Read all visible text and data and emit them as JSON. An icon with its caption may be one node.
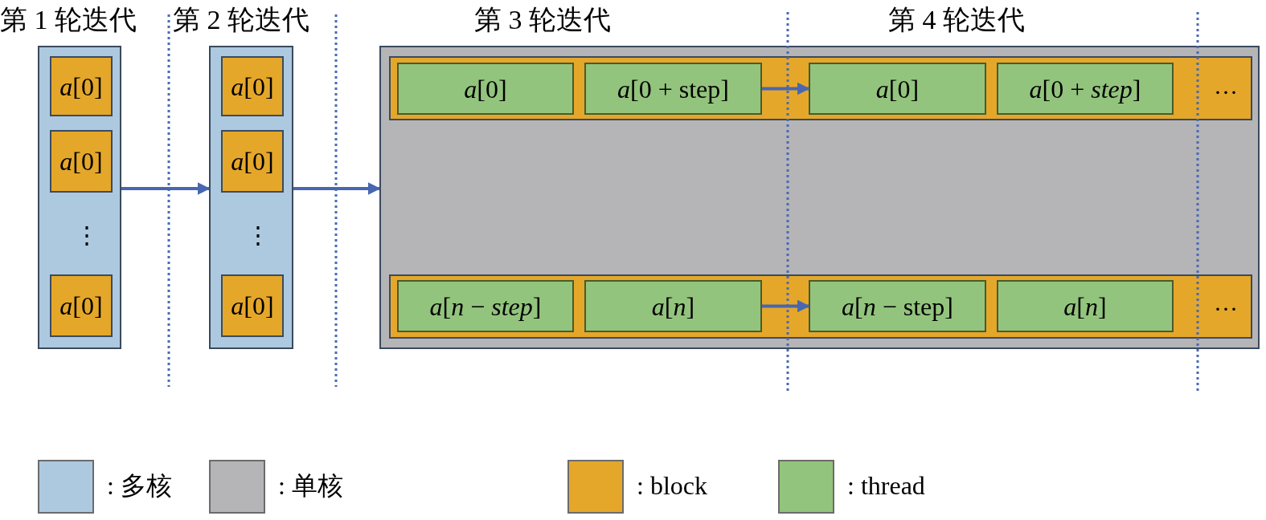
{
  "diagram": {
    "nodes": [
      {
        "text": [],
        "shape": "box"
      },
      {
        "text": [
          "*a*[0]"
        ],
        "in": 0
      },
      {
        "text": [
          "*a*[0]"
        ],
        "in": 0
      },
      {
        "text": [
          "*a*[0]"
        ],
        "in": 0
      },
      {
        "text": [],
        "shape": "box"
      },
      {
        "text": [
          "*a*[0]"
        ],
        "in": 4
      },
      {
        "text": [
          "*a*[0]"
        ],
        "in": 4
      },
      {
        "text": [
          "*a*[0]"
        ],
        "in": 4
      },
      {
        "text": [],
        "shape": "box"
      },
      {
        "text": [],
        "shape": "bar",
        "in": 8
      },
      {
        "text": [
          "*a*[0]"
        ],
        "in": 9
      },
      {
        "text": [
          "*a*[0 + step]"
        ],
        "in": 9
      },
      {
        "text": [
          "*a*[0]"
        ],
        "in": 9
      },
      {
        "text": [
          "*a*[0 + *step*]"
        ],
        "in": 9
      },
      {
        "text": [],
        "shape": "bar",
        "in": 8
      },
      {
        "text": [
          "*a*[*n* − *step*]"
        ],
        "in": 14
      },
      {
        "text": [
          "*a*[*n*]"
        ],
        "in": 14
      },
      {
        "text": [
          "*a*[*n* − step]"
        ],
        "in": 14
      },
      {
        "text": [
          "*a*[*n*]"
        ],
        "in": 14
      }
    ],
    "edges": [
      {
        "from": 0,
        "to": 4,
        "arrow": "to"
      },
      {
        "from": 4,
        "to": 8,
        "arrow": "to"
      },
      {
        "from": 11,
        "to": 12,
        "arrow": "to"
      },
      {
        "from": 16,
        "to": 17,
        "arrow": "to"
      }
    ],
    "labels": [
      "第 1 轮迭代",
      "第 2 轮迭代",
      "第 3 轮迭代",
      "第 4 轮迭代",
      "⋮",
      "⋮",
      "···",
      "···"
    ],
    "legend": [
      {
        "text": ": 多核",
        "color": "#adc9e0"
      },
      {
        "text": ": 单核",
        "color": "#b5b4b7"
      },
      {
        "text": ": block",
        "color": "#e5a72a"
      },
      {
        "text": ": thread",
        "color": "#93c47d"
      }
    ]
  }
}
